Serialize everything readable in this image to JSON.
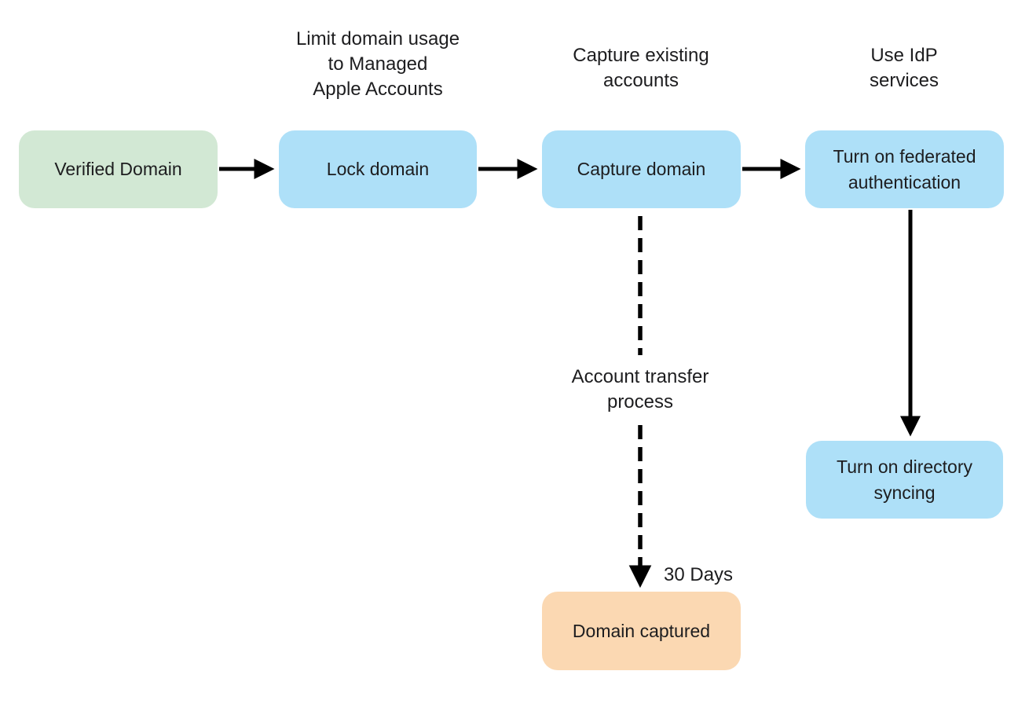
{
  "diagram": {
    "title_implicit": "Domain capture and federated authentication flow",
    "nodes": {
      "verified_domain": {
        "label": "Verified Domain",
        "type": "start"
      },
      "lock_domain": {
        "label": "Lock domain",
        "type": "process"
      },
      "capture_domain": {
        "label": "Capture domain",
        "type": "process"
      },
      "federated_auth": {
        "label": "Turn on federated\nauthentication",
        "type": "process"
      },
      "directory_syncing": {
        "label": "Turn on directory\nsyncing",
        "type": "process"
      },
      "domain_captured": {
        "label": "Domain captured",
        "type": "end"
      }
    },
    "annotations": {
      "lock_domain_header": "Limit domain usage\nto Managed\nApple Accounts",
      "capture_domain_header": "Capture existing\naccounts",
      "idp_header": "Use IdP\nservices",
      "transfer_process_label": "Account transfer\nprocess",
      "duration_label": "30 Days"
    },
    "edges": [
      {
        "from": "verified_domain",
        "to": "lock_domain",
        "style": "solid"
      },
      {
        "from": "lock_domain",
        "to": "capture_domain",
        "style": "solid"
      },
      {
        "from": "capture_domain",
        "to": "federated_auth",
        "style": "solid"
      },
      {
        "from": "federated_auth",
        "to": "directory_syncing",
        "style": "solid"
      },
      {
        "from": "capture_domain",
        "to": "domain_captured",
        "style": "dashed",
        "label": "Account transfer process / 30 Days"
      }
    ],
    "colors": {
      "start_node_bg": "#d2e8d4",
      "process_node_bg": "#aee0f8",
      "end_node_bg": "#fbd8b2",
      "arrow": "#000000",
      "text": "#1d1d1f",
      "background": "#ffffff"
    }
  }
}
